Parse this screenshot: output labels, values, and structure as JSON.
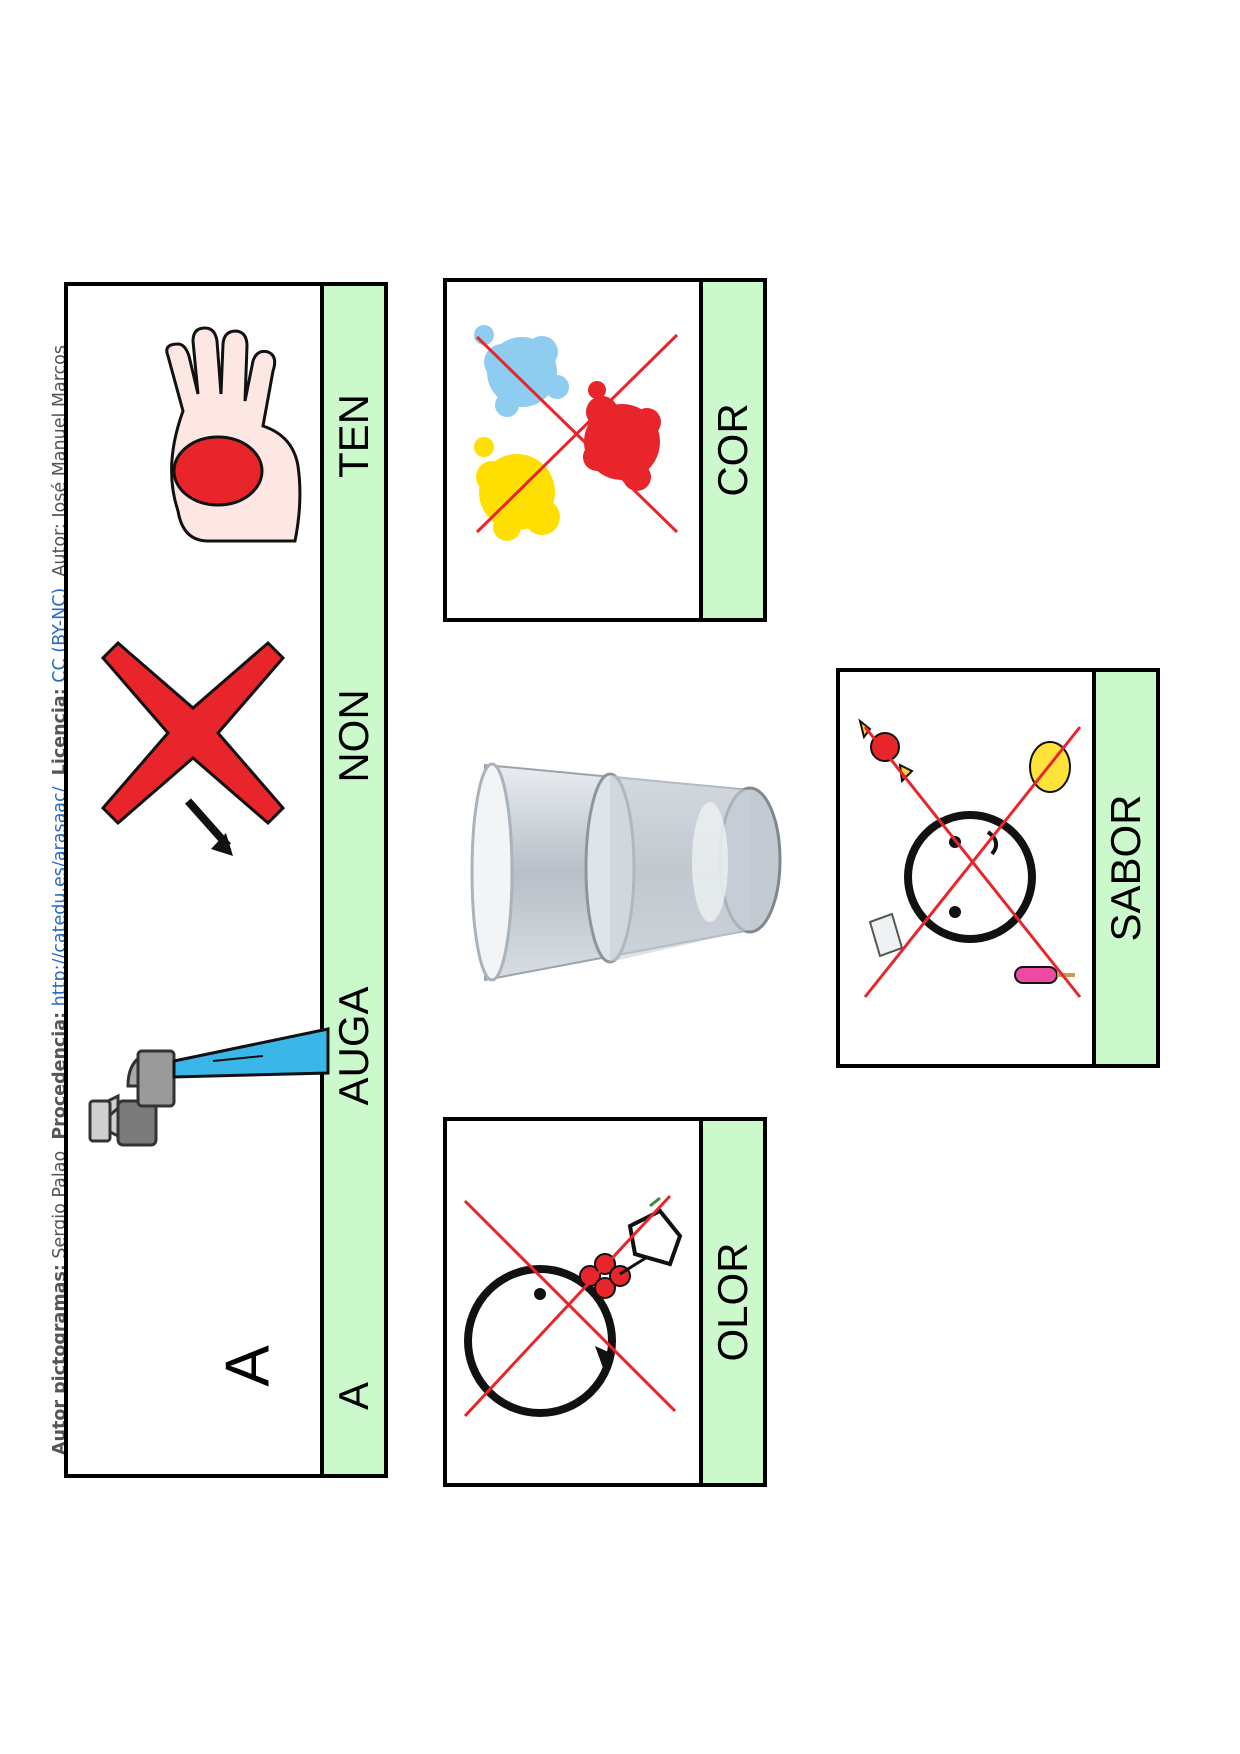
{
  "credits": {
    "pict_label": "Autor pictogramas:",
    "pict_author": "Sergio Palao",
    "source_label": "Procedencia:",
    "source_url": "http://catedu.es/arasaac/",
    "license_label": "Licencia:",
    "license_value": "CC (BY-NC)",
    "author_label": "Autor:",
    "author_name": "José Manuel Marcos"
  },
  "sentence": {
    "letter": "A",
    "words": [
      "A",
      "AUGA",
      "NON",
      "TEN"
    ],
    "pictograms": [
      "letter-a",
      "tap-water-icon",
      "red-cross-icon",
      "hand-holding-ball-icon"
    ]
  },
  "cards": {
    "cor": {
      "label": "COR",
      "icon": "crossed-paint-splashes-icon"
    },
    "sabor": {
      "label": "SABOR",
      "icon": "crossed-taste-face-icon"
    },
    "olor": {
      "label": "OLOR",
      "icon": "crossed-smell-face-icon"
    }
  },
  "center_image": {
    "icon": "glass-of-water-icon"
  },
  "colors": {
    "label_band": "#ccf9cc",
    "cross_red": "#e8252b",
    "water_blue": "#3ab7e8"
  }
}
